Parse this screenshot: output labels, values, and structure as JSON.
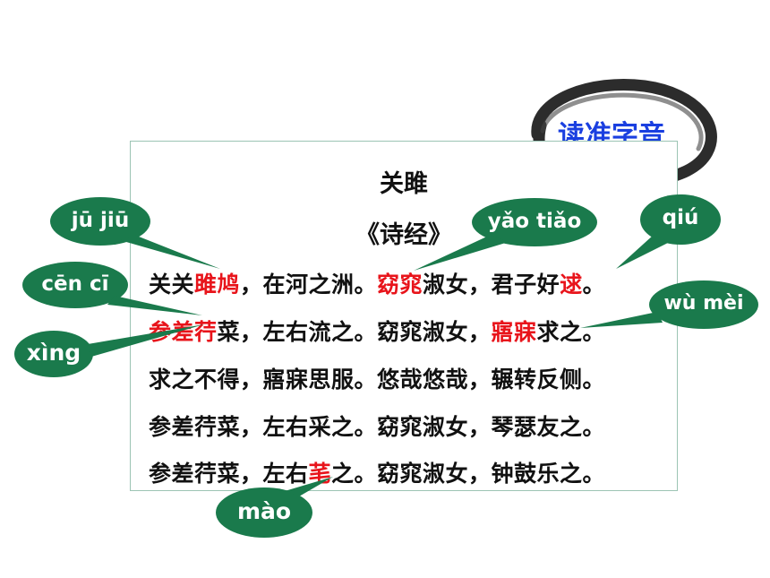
{
  "badge": {
    "label": "读准字音"
  },
  "poem": {
    "title": "关雎",
    "source": "《诗经》",
    "lines": [
      [
        {
          "t": "关关",
          "hl": false
        },
        {
          "t": "雎鸠",
          "hl": true
        },
        {
          "t": "，在河之洲。",
          "hl": false
        },
        {
          "t": "窈窕",
          "hl": true
        },
        {
          "t": "淑女，君子好",
          "hl": false
        },
        {
          "t": "逑",
          "hl": true
        },
        {
          "t": "。",
          "hl": false
        }
      ],
      [
        {
          "t": "参差荇",
          "hl": true
        },
        {
          "t": "菜，左右流之。窈窕淑女，",
          "hl": false
        },
        {
          "t": "寤寐",
          "hl": true
        },
        {
          "t": "求之。",
          "hl": false
        }
      ],
      [
        {
          "t": "求之不得，寤寐思服。悠哉悠哉，辗转反侧。",
          "hl": false
        }
      ],
      [
        {
          "t": "参差荇菜，左右采之。窈窕淑女，琴瑟友之。",
          "hl": false
        }
      ],
      [
        {
          "t": "参差荇菜，左右",
          "hl": false
        },
        {
          "t": "芼",
          "hl": true
        },
        {
          "t": "之。窈窕淑女，钟鼓乐之。",
          "hl": false
        }
      ]
    ]
  },
  "pinyin_bubbles": [
    {
      "id": "jujiu",
      "text": "jū jiū"
    },
    {
      "id": "yaotiao",
      "text": "yǎo tiǎo"
    },
    {
      "id": "qiu",
      "text": "qiú"
    },
    {
      "id": "cenci",
      "text": "cēn cī"
    },
    {
      "id": "wumei",
      "text": "wù mèi"
    },
    {
      "id": "xing",
      "text": "xìng"
    },
    {
      "id": "mao",
      "text": "mào"
    }
  ],
  "colors": {
    "bubble": "#1a7a4c",
    "highlight": "#e8141b",
    "badge_text": "#1a3fe0"
  }
}
